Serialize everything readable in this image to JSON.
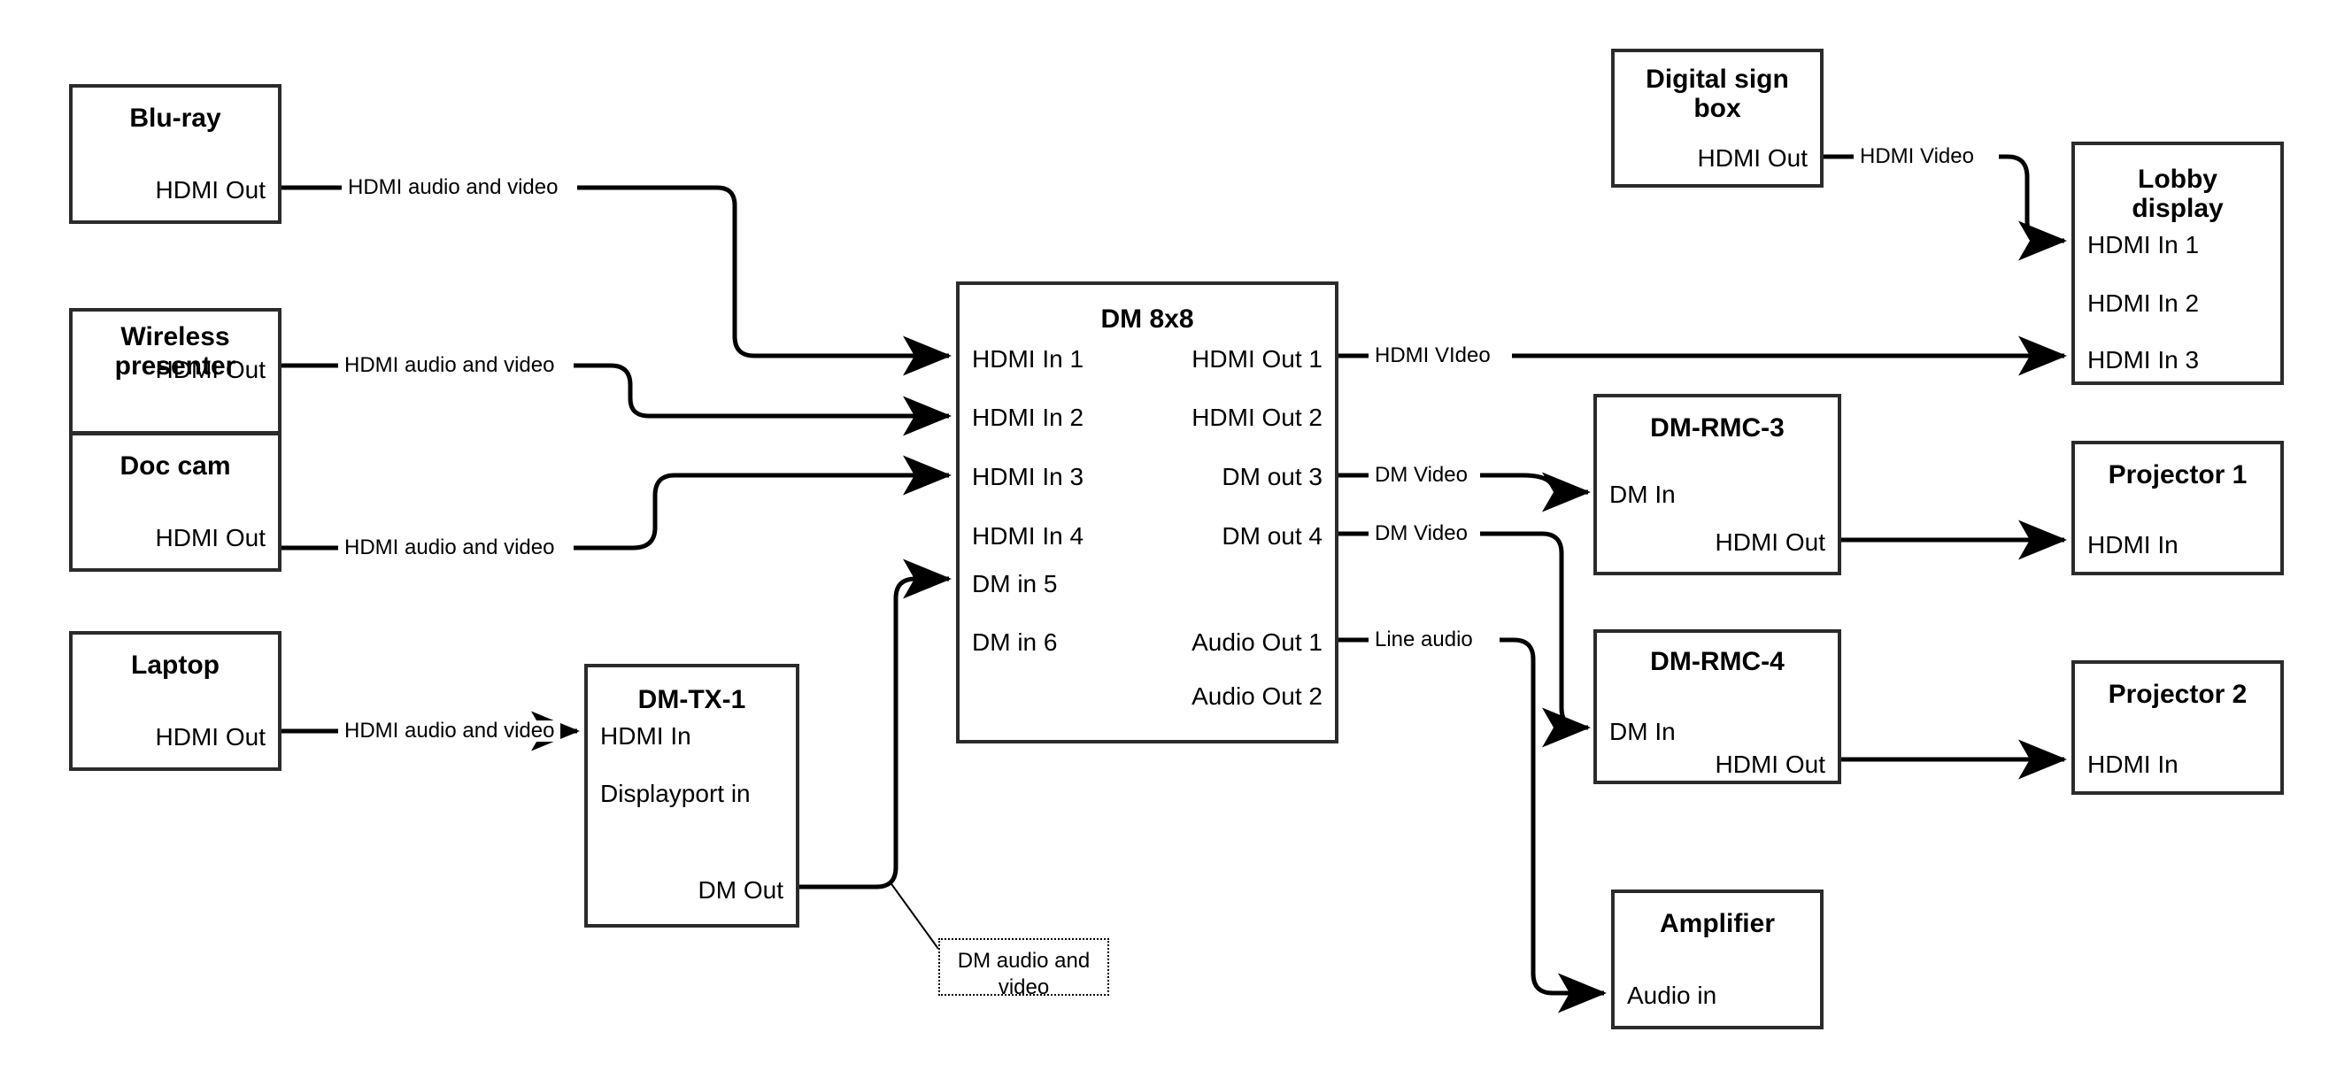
{
  "diagram": {
    "title": "AV signal routing diagram",
    "background": "#ffffff",
    "line_color": "#000000",
    "box_border_color": "#2b2b2b"
  },
  "boxes": [
    {
      "id": "blu-ray",
      "title": "Blu-ray",
      "ports": [
        "HDMI Out"
      ]
    },
    {
      "id": "wireless-presenter",
      "title": "Wireless\npresenter",
      "ports": [
        "HDMI Out"
      ]
    },
    {
      "id": "doc-cam",
      "title": "Doc cam",
      "ports": [
        "HDMI Out"
      ]
    },
    {
      "id": "laptop",
      "title": "Laptop",
      "ports": [
        "HDMI Out"
      ]
    },
    {
      "id": "dm-tx-1",
      "title": "DM-TX-1",
      "ports": [
        "HDMI In",
        "Displayport in",
        "DM Out"
      ]
    },
    {
      "id": "dm-8x8",
      "title": "DM 8x8",
      "inputs": [
        "HDMI In 1",
        "HDMI In 2",
        "HDMI In 3",
        "HDMI In 4",
        "DM in 5",
        "DM in 6"
      ],
      "outputs": [
        "HDMI Out 1",
        "HDMI Out 2",
        "DM out 3",
        "DM out 4",
        "Audio Out 1",
        "Audio Out 2"
      ]
    },
    {
      "id": "digital-sign-box",
      "title": "Digital sign\nbox",
      "ports": [
        "HDMI Out"
      ]
    },
    {
      "id": "lobby-display",
      "title": "Lobby\ndisplay",
      "ports": [
        "HDMI In 1",
        "HDMI In 2",
        "HDMI In 3"
      ]
    },
    {
      "id": "dm-rmc-3",
      "title": "DM-RMC-3",
      "ports": [
        "DM In",
        "HDMI Out"
      ]
    },
    {
      "id": "dm-rmc-4",
      "title": "DM-RMC-4",
      "ports": [
        "DM In",
        "HDMI Out"
      ]
    },
    {
      "id": "projector-1",
      "title": "Projector 1",
      "ports": [
        "HDMI In"
      ]
    },
    {
      "id": "projector-2",
      "title": "Projector 2",
      "ports": [
        "HDMI In"
      ]
    },
    {
      "id": "amplifier",
      "title": "Amplifier",
      "ports": [
        "Audio in"
      ]
    }
  ],
  "labels": {
    "blu_ray_title": "Blu-ray",
    "blu_ray_port": "HDMI Out",
    "wireless_title_line1": "Wireless",
    "wireless_title_line2": "presenter",
    "wireless_port": "HDMI Out",
    "doc_cam_title": "Doc cam",
    "doc_cam_port": "HDMI Out",
    "laptop_title": "Laptop",
    "laptop_port": "HDMI Out",
    "tx_title": "DM-TX-1",
    "tx_hdmi_in": "HDMI In",
    "tx_dp_in": "Displayport in",
    "tx_dm_out": "DM Out",
    "dm_title": "DM 8x8",
    "dm_in_1": "HDMI In 1",
    "dm_in_2": "HDMI In 2",
    "dm_in_3": "HDMI In 3",
    "dm_in_4": "HDMI In 4",
    "dm_in_5": "DM in 5",
    "dm_in_6": "DM in 6",
    "dm_out_1": "HDMI Out 1",
    "dm_out_2": "HDMI Out 2",
    "dm_out_3": "DM out 3",
    "dm_out_4": "DM out 4",
    "dm_audio_out_1": "Audio Out 1",
    "dm_audio_out_2": "Audio Out 2",
    "sign_title_line1": "Digital sign",
    "sign_title_line2": "box",
    "sign_port": "HDMI Out",
    "lobby_title_line1": "Lobby",
    "lobby_title_line2": "display",
    "lobby_in_1": "HDMI In 1",
    "lobby_in_2": "HDMI In 2",
    "lobby_in_3": "HDMI In 3",
    "rmc3_title": "DM-RMC-3",
    "rmc3_dm_in": "DM In",
    "rmc3_hdmi_out": "HDMI Out",
    "rmc4_title": "DM-RMC-4",
    "rmc4_dm_in": "DM In",
    "rmc4_hdmi_out": "HDMI Out",
    "proj1_title": "Projector 1",
    "proj1_port": "HDMI In",
    "proj2_title": "Projector 2",
    "proj2_port": "HDMI In",
    "amp_title": "Amplifier",
    "amp_port": "Audio in",
    "note_dm_av": "DM audio and video"
  },
  "connections": [
    {
      "id": "blu-ray-to-dm-in-1",
      "from": "Blu-ray HDMI Out",
      "to": "DM 8x8 HDMI In 1",
      "label": "HDMI audio and video"
    },
    {
      "id": "wireless-to-dm-in-2",
      "from": "Wireless presenter HDMI Out",
      "to": "DM 8x8 HDMI In 2",
      "label": "HDMI audio and video"
    },
    {
      "id": "doc-cam-to-dm-in-3",
      "from": "Doc cam HDMI Out",
      "to": "DM 8x8 HDMI In 3",
      "label": "HDMI audio and video"
    },
    {
      "id": "laptop-to-tx",
      "from": "Laptop HDMI Out",
      "to": "DM-TX-1 HDMI In",
      "label": "HDMI audio and video"
    },
    {
      "id": "tx-to-dm-in-5",
      "from": "DM-TX-1 DM Out",
      "to": "DM 8x8 DM in 5",
      "label": "DM audio and video"
    },
    {
      "id": "sign-to-lobby-in-1",
      "from": "Digital sign box HDMI Out",
      "to": "Lobby display HDMI In 1",
      "label": "HDMI Video"
    },
    {
      "id": "dm-out-1-to-lobby-in-3",
      "from": "DM 8x8 HDMI Out 1",
      "to": "Lobby display HDMI In 3",
      "label": "HDMI VIdeo"
    },
    {
      "id": "dm-out-3-to-rmc3",
      "from": "DM 8x8 DM out 3",
      "to": "DM-RMC-3 DM In",
      "label": "DM Video"
    },
    {
      "id": "dm-out-4-to-rmc4",
      "from": "DM 8x8 DM out 4",
      "to": "DM-RMC-4 DM In",
      "label": "DM Video"
    },
    {
      "id": "dm-audio-1-to-amp",
      "from": "DM 8x8 Audio Out 1",
      "to": "Amplifier Audio in",
      "label": "Line audio"
    },
    {
      "id": "rmc3-to-projector-1",
      "from": "DM-RMC-3 HDMI Out",
      "to": "Projector 1 HDMI In",
      "label": ""
    },
    {
      "id": "rmc4-to-projector-2",
      "from": "DM-RMC-4 HDMI Out",
      "to": "Projector 2 HDMI In",
      "label": ""
    }
  ],
  "wire_labels": {
    "blu_ray": "HDMI audio and video",
    "wireless": "HDMI audio and video",
    "doc_cam": "HDMI audio and video",
    "laptop": "HDMI audio and video",
    "sign_to_lobby": "HDMI Video",
    "dm_out1": "HDMI VIdeo",
    "dm_out3": "DM Video",
    "dm_out4": "DM Video",
    "audio_out1": "Line audio"
  }
}
